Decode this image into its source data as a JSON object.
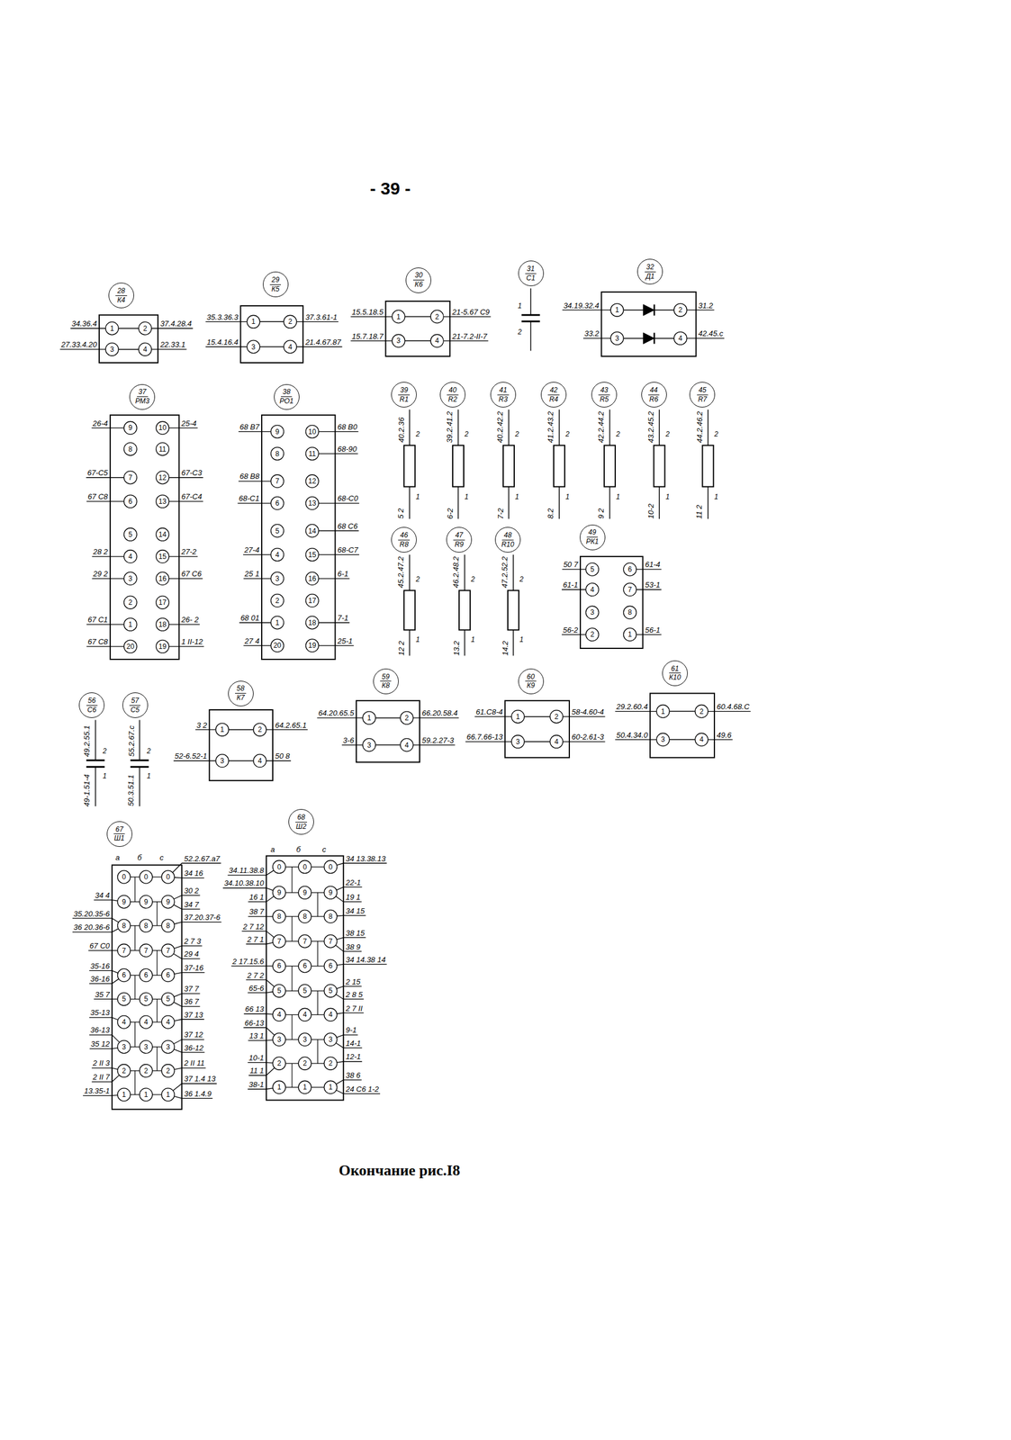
{
  "diagram": {
    "caption": "Окончание рис.I8",
    "nodes": [
      {
        "text": [
          "28",
          "К4"
        ]
      },
      {
        "text": [
          "29",
          "К5"
        ]
      },
      {
        "text": [
          "30",
          "К6"
        ]
      },
      {
        "text": [
          "31",
          "С1"
        ]
      },
      {
        "text": [
          "32",
          "Д1"
        ]
      },
      {
        "text": [
          "37",
          "РМ3"
        ]
      },
      {
        "text": [
          "38",
          "РО1"
        ]
      },
      {
        "text": [
          "39",
          "R1"
        ]
      },
      {
        "text": [
          "40",
          "R2"
        ]
      },
      {
        "text": [
          "41",
          "R3"
        ]
      },
      {
        "text": [
          "42",
          "R4"
        ]
      },
      {
        "text": [
          "43",
          "R5"
        ]
      },
      {
        "text": [
          "44",
          "R6"
        ]
      },
      {
        "text": [
          "45",
          "R7"
        ]
      },
      {
        "text": [
          "46",
          "R8"
        ]
      },
      {
        "text": [
          "47",
          "R9"
        ]
      },
      {
        "text": [
          "48",
          "R10"
        ]
      },
      {
        "text": [
          "49",
          "РК1"
        ]
      },
      {
        "text": [
          "56",
          "С6"
        ]
      },
      {
        "text": [
          "57",
          "С5"
        ]
      },
      {
        "text": [
          "58",
          "К7"
        ]
      },
      {
        "text": [
          "59",
          "К8"
        ]
      },
      {
        "text": [
          "60",
          "К9"
        ]
      },
      {
        "text": [
          "61",
          "К10"
        ]
      },
      {
        "text": [
          "67",
          "Ш1"
        ]
      },
      {
        "text": [
          "68",
          "Ш2"
        ]
      }
    ],
    "labels": [
      "- 39 -",
      "1",
      "2",
      "3",
      "4",
      "34.36.4",
      "27.33.4.20",
      "37.4.28.4",
      "22.33.1",
      "1",
      "2",
      "3",
      "4",
      "35.3.36.3",
      "15.4.16.4",
      "37.3.61-1",
      "21.4.67.87",
      "1",
      "2",
      "3",
      "4",
      "15.5.18.5",
      "15.7.18.7",
      "21-5.67 С9",
      "21-7.2-II-7",
      "1",
      "2",
      "1",
      "2",
      "3",
      "4",
      "34.19.32.4",
      "33.2",
      "31.2",
      "42.45.с",
      "9",
      "26-4",
      "10",
      "25-4",
      "8",
      "11",
      "7",
      "67-С5",
      "12",
      "67-С3",
      "6",
      "67 С8",
      "13",
      "67-С4",
      "5",
      "14",
      "4",
      "28 2",
      "15",
      "27-2",
      "3",
      "29 2",
      "16",
      "67 С6",
      "2",
      "17",
      "1",
      "67 С1",
      "18",
      "26- 2",
      "20",
      "67 С8",
      "19",
      "1 II-12",
      "9",
      "68 В7",
      "10",
      "68 В0",
      "8",
      "11",
      "68-90",
      "7",
      "68 В8",
      "12",
      "6",
      "68-С1",
      "13",
      "68-С0",
      "5",
      "14",
      "68 С6",
      "4",
      "27-4",
      "15",
      "68-С7",
      "3",
      "25 1",
      "16",
      "6-1",
      "2",
      "17",
      "1",
      "68 01",
      "18",
      "7-1",
      "20",
      "27 4",
      "19",
      "25-1",
      "40.2.36",
      "2",
      "1",
      "5 2",
      "39.2.41.2",
      "2",
      "1",
      "6-2",
      "40.2.42.2",
      "2",
      "1",
      "7-2",
      "41.2.43.2",
      "2",
      "1",
      "8.2",
      "42.2.44.2",
      "2",
      "1",
      "9 2",
      "43.2.45.2",
      "2",
      "1",
      "10-2",
      "44.2.46.2",
      "2",
      "1",
      "11 2",
      "45.2.47.2",
      "2",
      "1",
      "12 2",
      "46.2.48.2",
      "2",
      "1",
      "13.2",
      "47.2.52.2",
      "2",
      "1",
      "14.2",
      "5",
      "50 7",
      "6",
      "61-4",
      "4",
      "61-1",
      "7",
      "53-1",
      "3",
      "8",
      "2",
      "56-2",
      "1",
      "56-1",
      "49.2.55.1",
      "2",
      "1",
      "49-1.51-4",
      "55.2.67.с",
      "2",
      "1",
      "50.3.51.1",
      "1",
      "2",
      "3",
      "4",
      "3 2",
      "52-6.52-1",
      "64.2.65.1",
      "50 8",
      "1",
      "2",
      "3",
      "4",
      "64.20.65.5",
      "3-6",
      "66.20.58.4",
      "59.2.27-3",
      "1",
      "2",
      "3",
      "4",
      "61.С8-4",
      "66.7.66-13",
      "58-4.60-4",
      "60-2.61-3",
      "1",
      "2",
      "3",
      "4",
      "29.2.60.4",
      "50.4.34.0",
      "60.4.68.С",
      "49.6",
      "а",
      "б",
      "с",
      "0",
      "0",
      "0",
      "9",
      "9",
      "9",
      "8",
      "8",
      "8",
      "7",
      "7",
      "7",
      "6",
      "6",
      "6",
      "5",
      "5",
      "5",
      "4",
      "4",
      "4",
      "3",
      "3",
      "3",
      "2",
      "2",
      "2",
      "1",
      "1",
      "1",
      "34 4",
      "35.20.35-6",
      "36 20.36-6",
      "67 С0",
      "35-16",
      "36-16",
      "35 7",
      "35-13",
      "36-13",
      "35 12",
      "2 II 3",
      "2 II 7",
      "13.35-1",
      "52.2.67.а7",
      "34 16",
      "30 2",
      "34 7",
      "37.20.37-6",
      "2 7 3",
      "29 4",
      "37-16",
      "37 7",
      "36 7",
      "37 13",
      "37 12",
      "36-12",
      "2 II 11",
      "37 1.4 13",
      "36 1.4.9",
      "а",
      "б",
      "с",
      "0",
      "0",
      "0",
      "9",
      "9",
      "9",
      "8",
      "8",
      "8",
      "7",
      "7",
      "7",
      "6",
      "6",
      "6",
      "5",
      "5",
      "5",
      "4",
      "4",
      "4",
      "3",
      "3",
      "3",
      "2",
      "2",
      "2",
      "1",
      "1",
      "1",
      "34.11.38.8",
      "34.10.38.10",
      "16 1",
      "38 7",
      "2 7 12",
      "2 7 1",
      "2 17.15.6",
      "2 7 2",
      "65-6",
      "66 13",
      "66-13",
      "13 1",
      "10-1",
      "11 1",
      "38-1",
      "34 13.38.13",
      "22-1",
      "19 1",
      "34 15",
      "38 15",
      "38 9",
      "34 14.38 14",
      "2 15",
      "2 8 5",
      "2 7 II",
      "9-1",
      "14-1",
      "12-1",
      "38 6",
      "24 С6 1-2"
    ]
  }
}
